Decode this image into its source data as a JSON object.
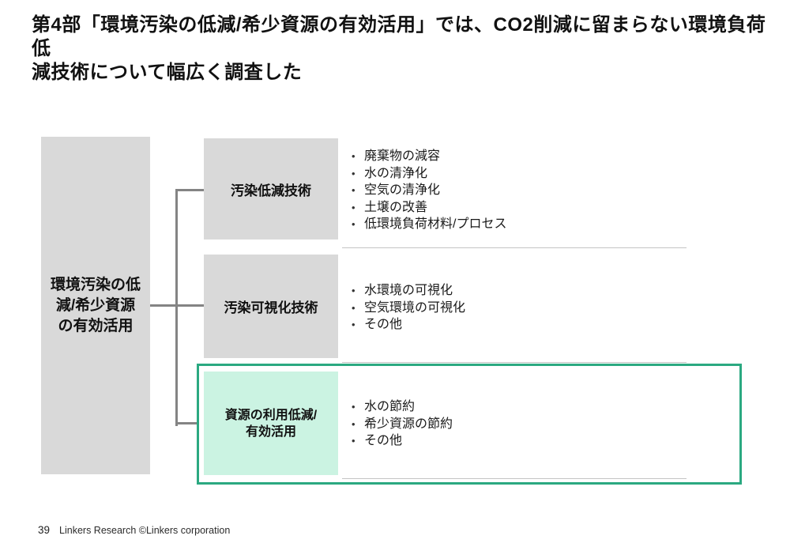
{
  "title": {
    "line1": "第4部「環境汚染の低減/希少資源の有効活用」では、CO2削減に留まらない環境負荷低",
    "line2": "減技術について幅広く調査した"
  },
  "diagram": {
    "root_label": "環境汚染の低\n減/希少資源\nの有効活用",
    "rows": [
      {
        "label": "汚染低減技術",
        "highlighted": false,
        "items": [
          "廃棄物の減容",
          "水の清浄化",
          "空気の清浄化",
          "土壌の改善",
          "低環境負荷材料/プロセス"
        ]
      },
      {
        "label": "汚染可視化技術",
        "highlighted": false,
        "items": [
          "水環境の可視化",
          "空気環境の可視化",
          "その他"
        ]
      },
      {
        "label": "資源の利用低減/\n有効活用",
        "highlighted": true,
        "items": [
          "水の節約",
          "希少資源の節約",
          "その他"
        ]
      }
    ]
  },
  "footer": {
    "page_number": "39",
    "credit": "Linkers Research ©Linkers corporation"
  },
  "colors": {
    "category_box_gray": "#d9d9d9",
    "highlight_fill": "#cbf3e2",
    "highlight_border": "#2ba981",
    "connector_gray": "#848484",
    "separator_gray": "#c4c4c4"
  }
}
